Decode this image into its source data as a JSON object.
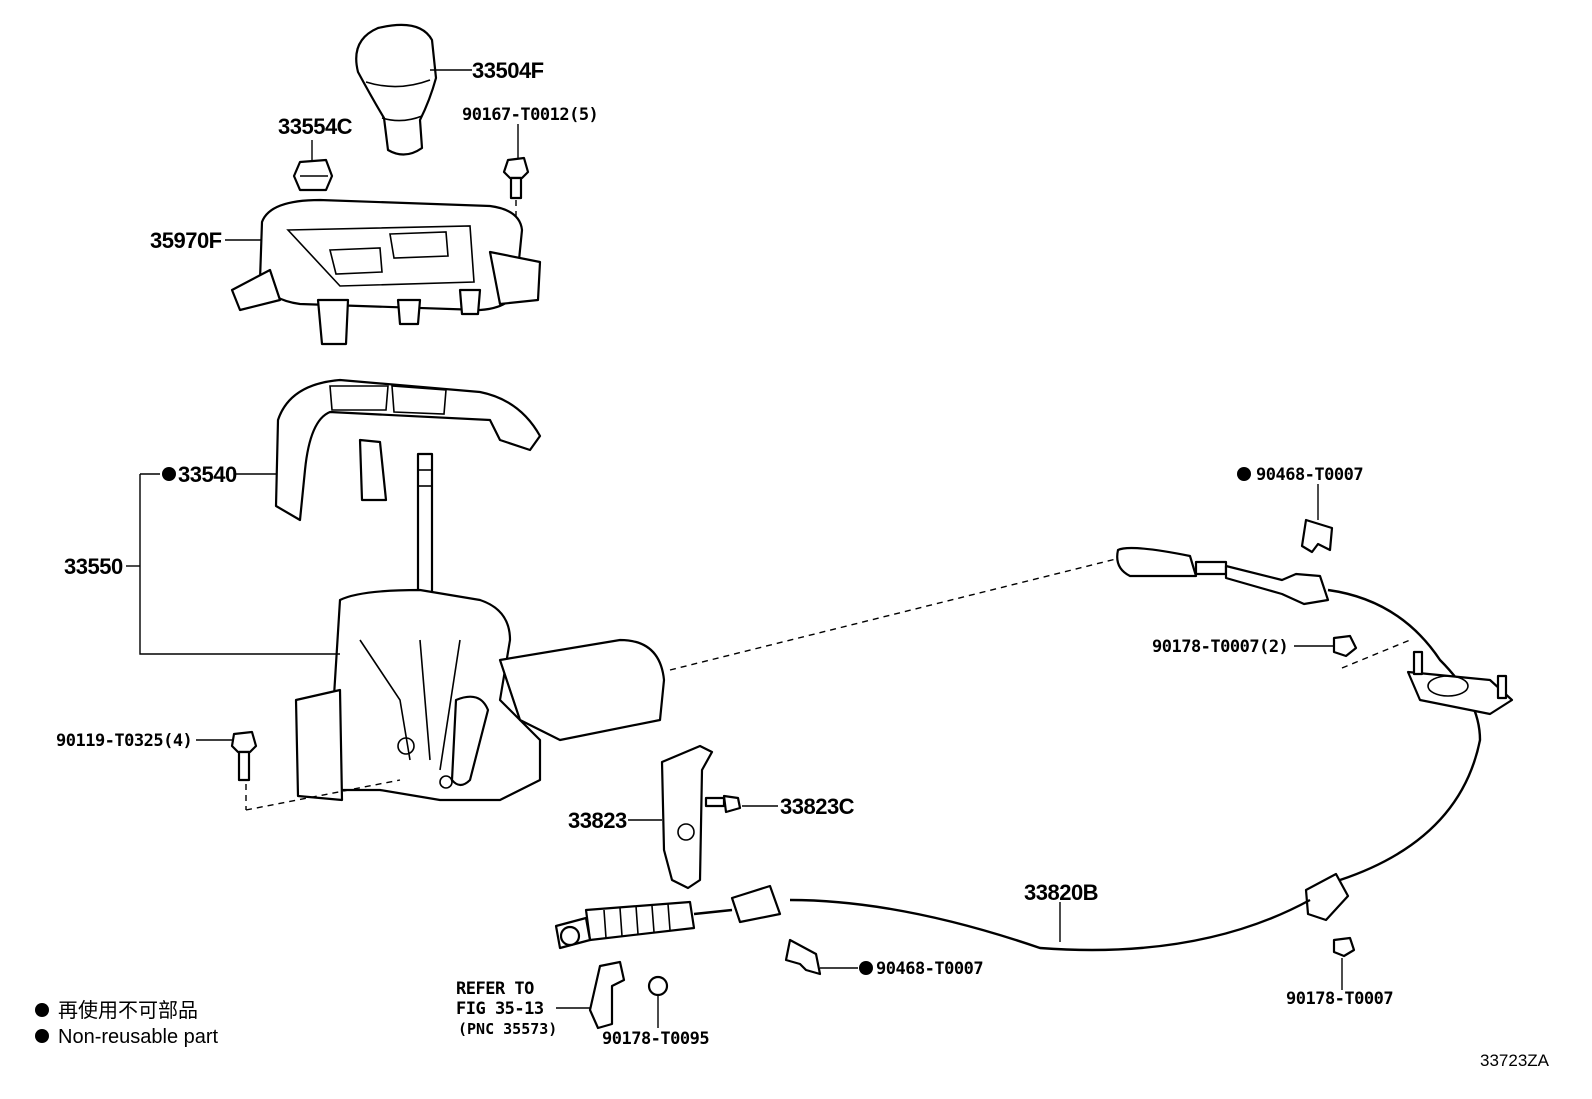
{
  "parts": {
    "p33504F": "33504F",
    "p90167": "90167-T0012(5)",
    "p33554C": "33554C",
    "p35970F": "35970F",
    "p33540": "33540",
    "p33550": "33550",
    "p90119": "90119-T0325(4)",
    "p33823": "33823",
    "p33823C": "33823C",
    "p33820B": "33820B",
    "p90468_top": "90468-T0007",
    "p90178_2": "90178-T0007(2)",
    "p90468_bottom": "90468-T0007",
    "p90178_bottom": "90178-T0007",
    "p90178_T0095": "90178-T0095"
  },
  "refer": {
    "line1": "REFER TO",
    "line2": "FIG 35-13",
    "line3": "(PNC 35573)"
  },
  "legend": {
    "japanese": "再使用不可部品",
    "english": "Non-reusable part"
  },
  "diagram_code": "33723ZA"
}
